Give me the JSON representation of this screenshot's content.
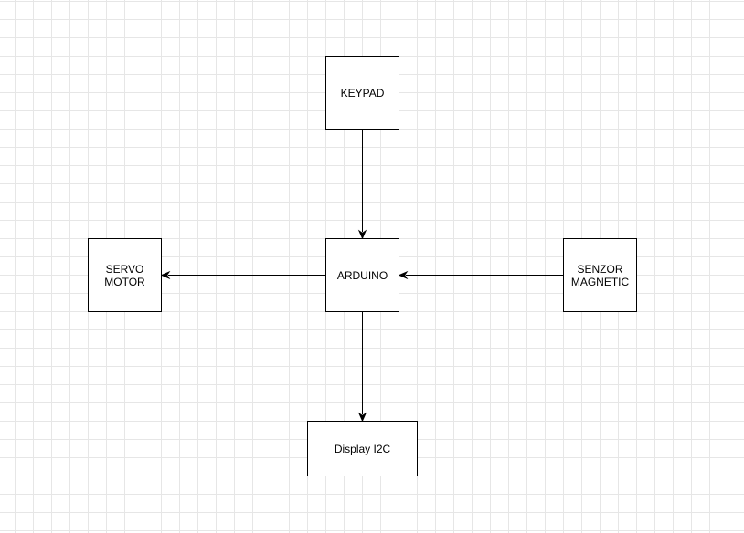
{
  "nodes": {
    "keypad": {
      "label": "KEYPAD"
    },
    "arduino": {
      "label": "ARDUINO"
    },
    "servo": {
      "label": "SERVO\nMOTOR"
    },
    "senzor": {
      "label": "SENZOR\nMAGNETIC"
    },
    "display": {
      "label": "Display I2C"
    }
  },
  "edges": [
    {
      "from": "keypad",
      "to": "arduino"
    },
    {
      "from": "arduino",
      "to": "servo"
    },
    {
      "from": "senzor",
      "to": "arduino"
    },
    {
      "from": "arduino",
      "to": "display"
    }
  ],
  "colors": {
    "stroke": "#000000",
    "grid": "#e6e6e6",
    "background": "#ffffff"
  }
}
